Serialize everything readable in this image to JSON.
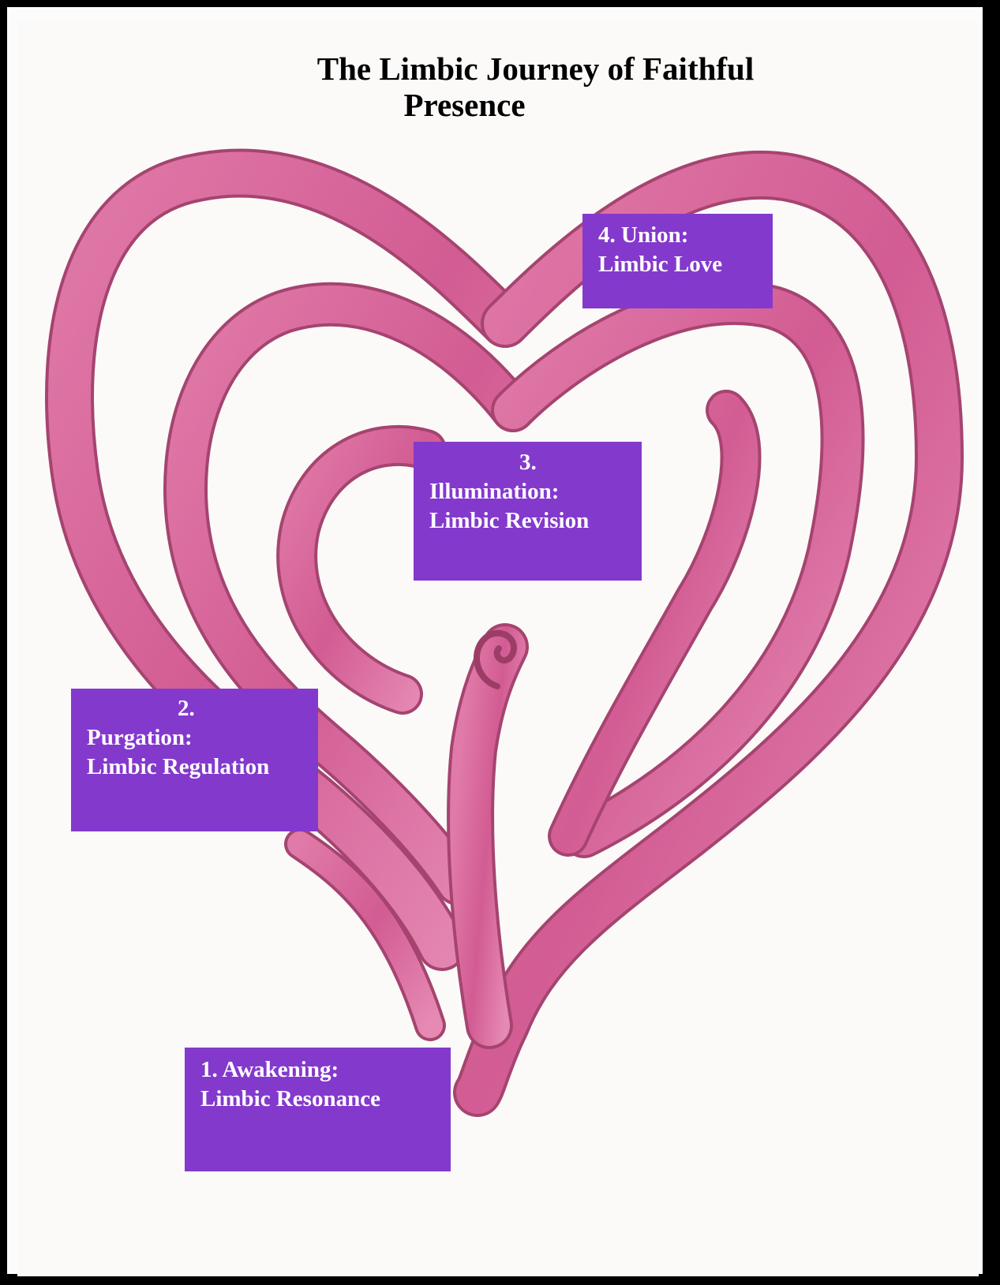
{
  "title": {
    "line1": "The Limbic Journey of Faithful",
    "line2": "Presence"
  },
  "stages": {
    "union": {
      "stage": "4. Union:",
      "sub": "Limbic Love"
    },
    "illumination": {
      "num": "3.",
      "stage": "Illumination:",
      "sub": "Limbic Revision"
    },
    "purgation": {
      "num": "2.",
      "stage": "Purgation:",
      "sub": "Limbic Regulation"
    },
    "awakening": {
      "stage": "1. Awakening:",
      "sub": "Limbic Resonance"
    }
  },
  "colors": {
    "label_background": "#8439cd",
    "label_text": "#ffffff",
    "heart_stroke": "#d8669a",
    "heart_edge": "#9c3d66"
  }
}
